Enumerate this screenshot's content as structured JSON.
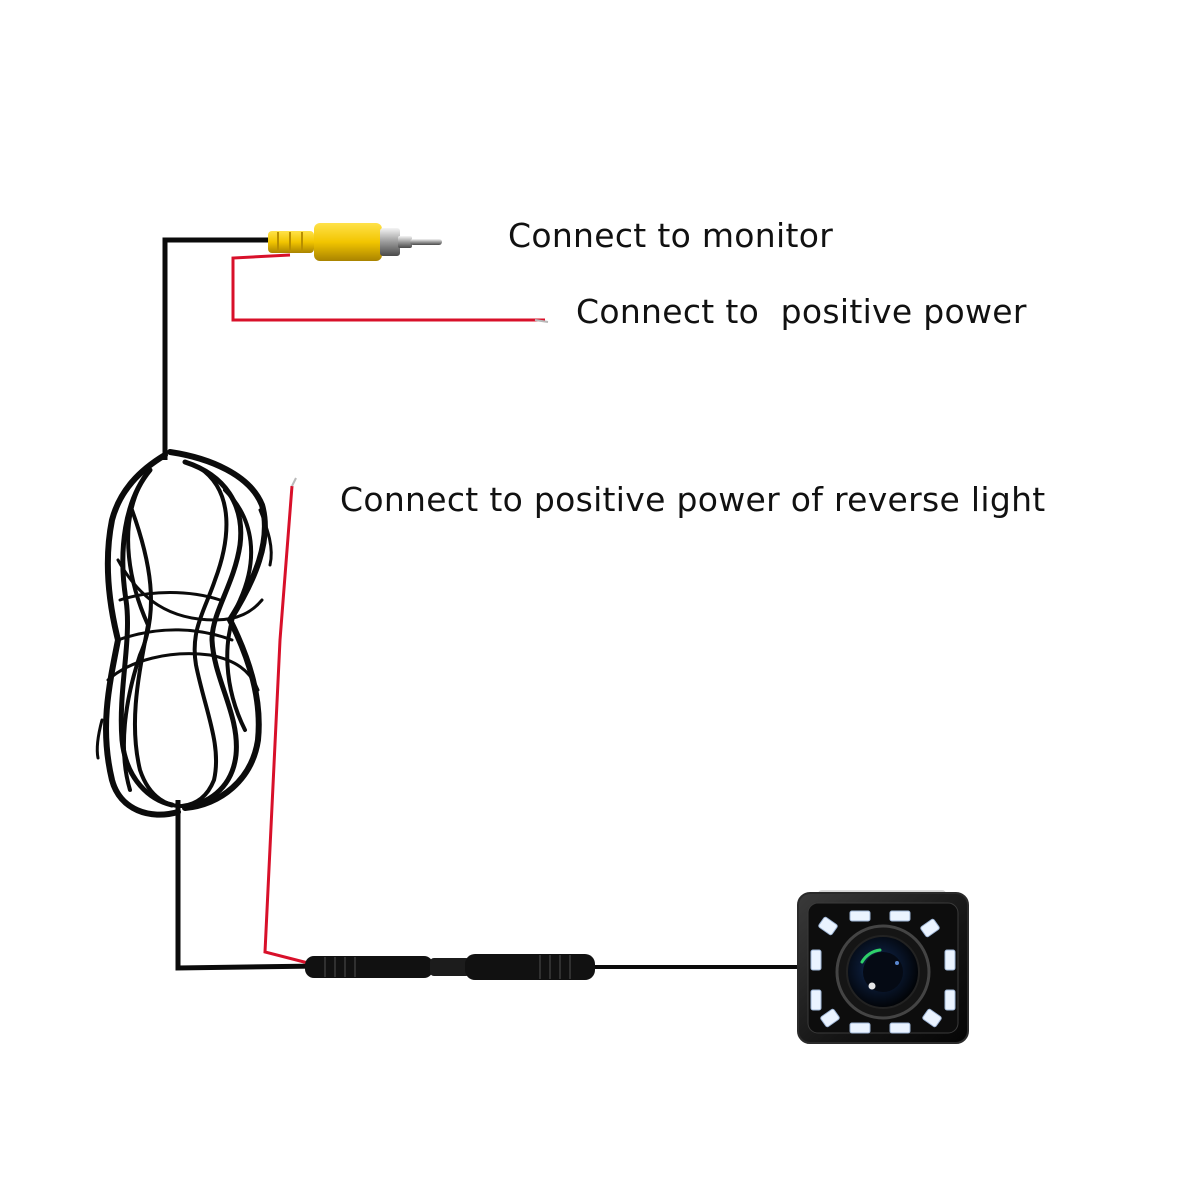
{
  "labels": {
    "monitor": "Connect to monitor",
    "positive_power": "Connect to  positive power",
    "reverse_light": "Connect to positive power of reverse light"
  },
  "colors": {
    "cable": "#0b0b0b",
    "power_wire": "#d8102a",
    "rca_plug": "#f2c500",
    "rca_plug_shade": "#b88f00",
    "led": "#eaf3ff",
    "lens_glint": "#2fd06a"
  },
  "icons": {
    "plug": "rca-plug-icon",
    "connector": "inline-connector-icon",
    "camera": "backup-camera-icon",
    "cable": "coiled-cable-icon"
  }
}
